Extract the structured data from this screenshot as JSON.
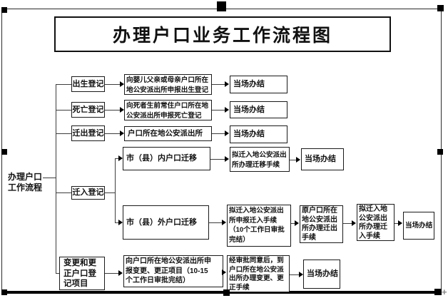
{
  "title": "办理户口业务工作流程图",
  "root": {
    "label_lines": [
      "办理户口",
      "工作流程"
    ]
  },
  "branches": {
    "birth": {
      "label": "出生登记",
      "step_lines": [
        "向婴儿父亲或母亲户口所在",
        "地公安派出所申报出生登记"
      ],
      "result": "当场办结"
    },
    "death": {
      "label": "死亡登记",
      "step_lines": [
        "向死者生前常住户口所在地",
        "公安派出所申报死亡登记"
      ],
      "result": "当场办结"
    },
    "move_out": {
      "label": "迁出登记",
      "step": "户口所在地公安派出所",
      "result": "当场办结"
    },
    "move_in": {
      "label": "迁入登记",
      "inner": {
        "label": "市（县）内户口迁移",
        "step_lines": [
          "拟迁入地公安派出",
          "所办理迁移手续"
        ],
        "result": "当场办结"
      },
      "outer": {
        "label": "市（县）外户口迁移",
        "step1_lines": [
          "拟迁入地公安派出",
          "所申报迁入手续",
          "（10个工作日审批",
          "完结）"
        ],
        "step2_lines": [
          "原户口所在",
          "地公安派出",
          "所办理迁出",
          "手续"
        ],
        "step3_lines": [
          "拟迁入地",
          "公安派出",
          "所办理迁",
          "入手续"
        ],
        "result": "当场办结"
      }
    },
    "change": {
      "label_lines": [
        "变更和更",
        "正户口登",
        "记项目"
      ],
      "step1_lines": [
        "向户口所在地公安派出所申",
        "报变更、更正项目（10-15",
        "个工作日审批完结）"
      ],
      "step2_lines": [
        "经审批同意后，到",
        "户口所在地公安派",
        "出所办理变更、更",
        "正手续"
      ],
      "result": "当场办结"
    }
  },
  "icons": {
    "resize_cross": "+"
  }
}
